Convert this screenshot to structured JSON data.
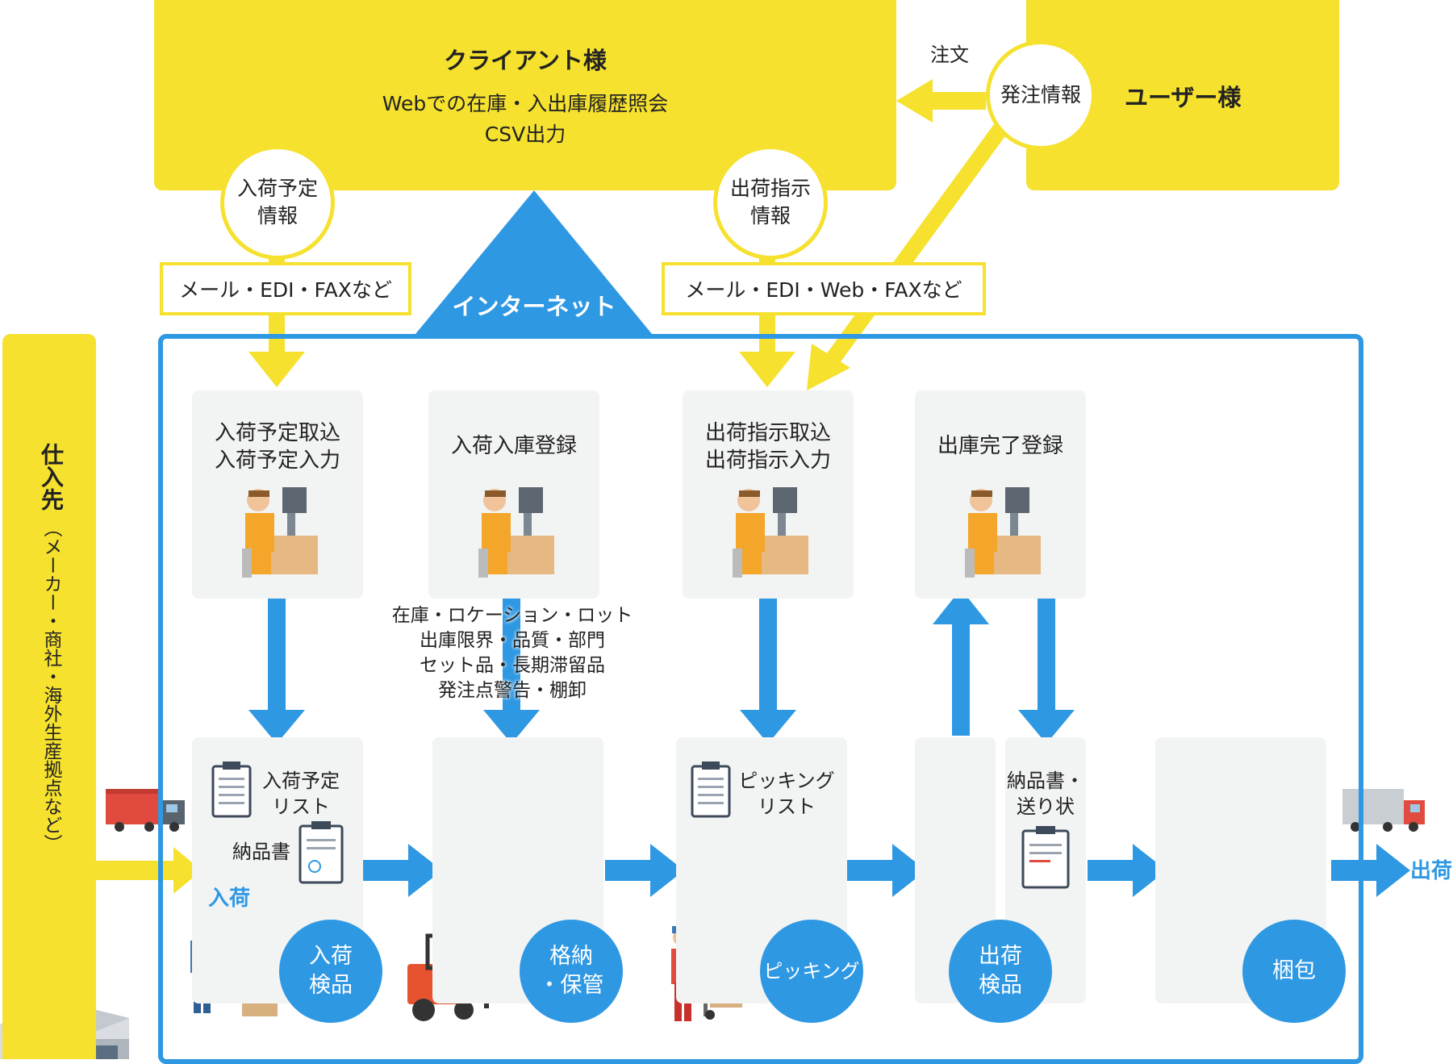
{
  "client": {
    "title": "クライアント様",
    "line1": "Webでの在庫・入出庫履歴照会",
    "line2": "CSV出力"
  },
  "user": {
    "title": "ユーザー様"
  },
  "order_label": "注文",
  "order_info": "発注情報",
  "arrival_plan_info": {
    "line1": "入荷予定",
    "line2": "情報"
  },
  "shipping_instruction_info": {
    "line1": "出荷指示",
    "line2": "情報"
  },
  "channel_left": "メール・EDI・FAXなど",
  "channel_right": "メール・EDI・Web・FAXなど",
  "internet_label": "インターネット",
  "supplier": {
    "title": "仕入先",
    "sub": "（メーカー・商社・海外生産拠点など）"
  },
  "cards": {
    "arrival_plan": {
      "line1": "入荷予定取込",
      "line2": "入荷予定入力"
    },
    "receiving": {
      "line1": "入荷入庫登録"
    },
    "shipping_plan": {
      "line1": "出荷指示取込",
      "line2": "出荷指示入力"
    },
    "dispatch": {
      "line1": "出庫完了登録"
    }
  },
  "inventory_notes": [
    "在庫・ロケーション・ロット",
    "出庫限界・品質・部門",
    "セット品・長期滞留品",
    "発注点警告・棚卸"
  ],
  "docs": {
    "arrival_list": {
      "line1": "入荷予定",
      "line2": "リスト"
    },
    "delivery_note": "納品書",
    "picking_list": {
      "line1": "ピッキング",
      "line2": "リスト"
    },
    "invoice_label": {
      "line1": "納品書・",
      "line2": "送り状"
    }
  },
  "inbound_label": "入荷",
  "outbound_label": "出荷",
  "steps": {
    "inspection": {
      "line1": "入荷",
      "line2": "検品"
    },
    "storage": {
      "line1": "格納",
      "line2": "・保管"
    },
    "picking": "ピッキング",
    "ship_inspection": {
      "line1": "出荷",
      "line2": "検品"
    },
    "packing": "梱包"
  }
}
